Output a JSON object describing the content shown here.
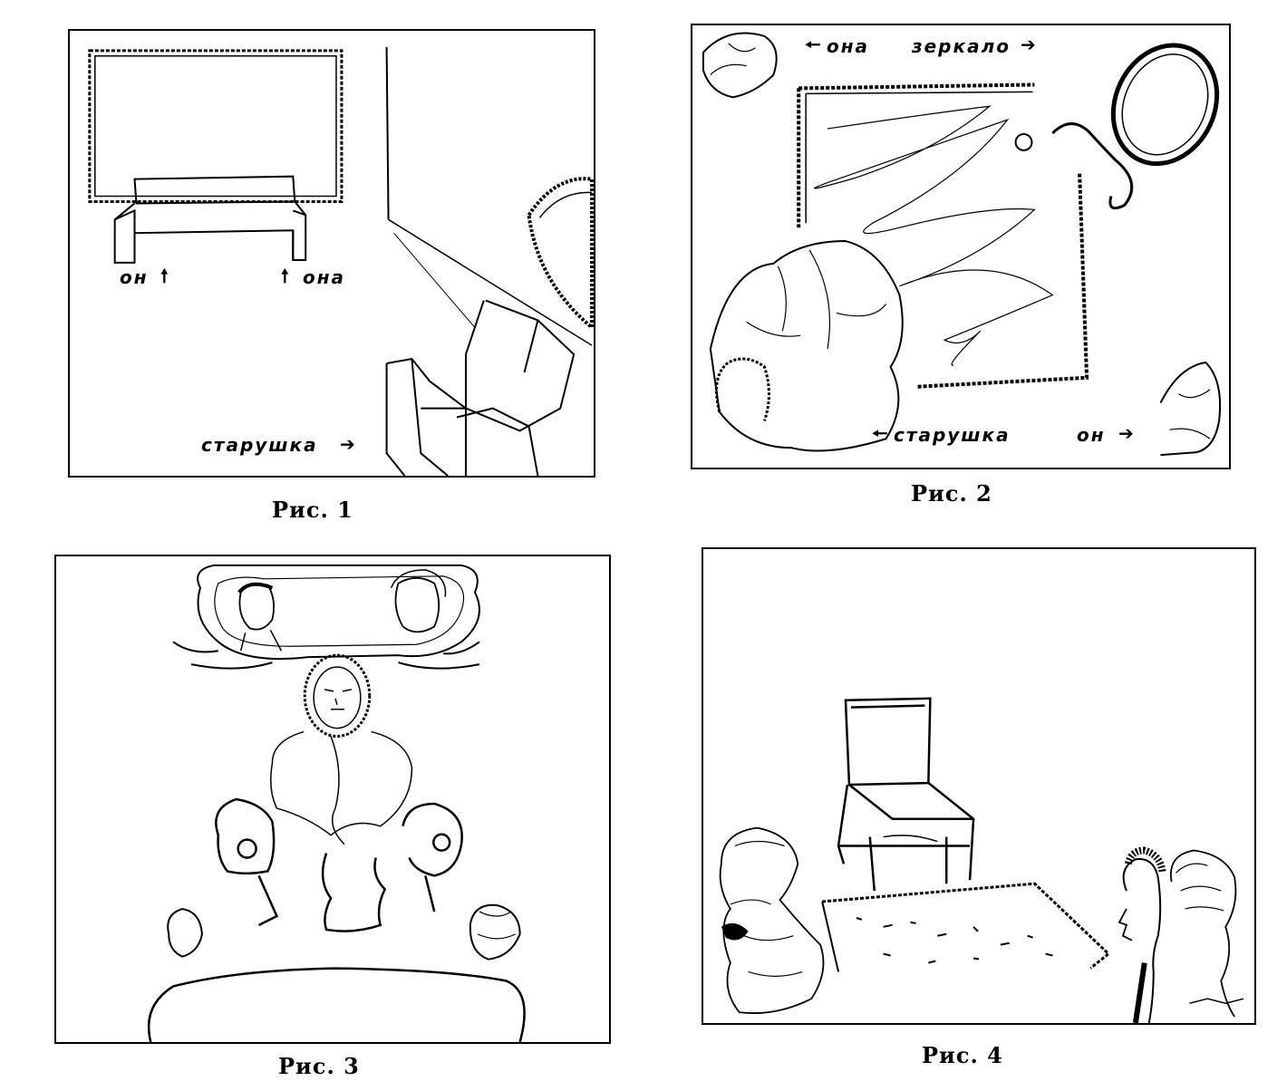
{
  "figures": [
    {
      "caption": "Рис. 1",
      "labels": {
        "he": "он",
        "she": "она",
        "old_woman": "старушка"
      },
      "arrows": {
        "he": "up-arrow",
        "she": "up-arrow",
        "old_woman": "right-arrow"
      }
    },
    {
      "caption": "Рис. 2",
      "labels": {
        "she": "она",
        "mirror": "зеркало",
        "old_woman": "старушка",
        "he": "он"
      },
      "arrows": {
        "she": "left-arrow",
        "mirror": "right-arrow",
        "old_woman": "left-arrow",
        "he": "right-arrow"
      }
    },
    {
      "caption": "Рис. 3"
    },
    {
      "caption": "Рис. 4"
    }
  ],
  "glyphs": {
    "up": "🠕",
    "right": "➔",
    "left": "🠔"
  }
}
